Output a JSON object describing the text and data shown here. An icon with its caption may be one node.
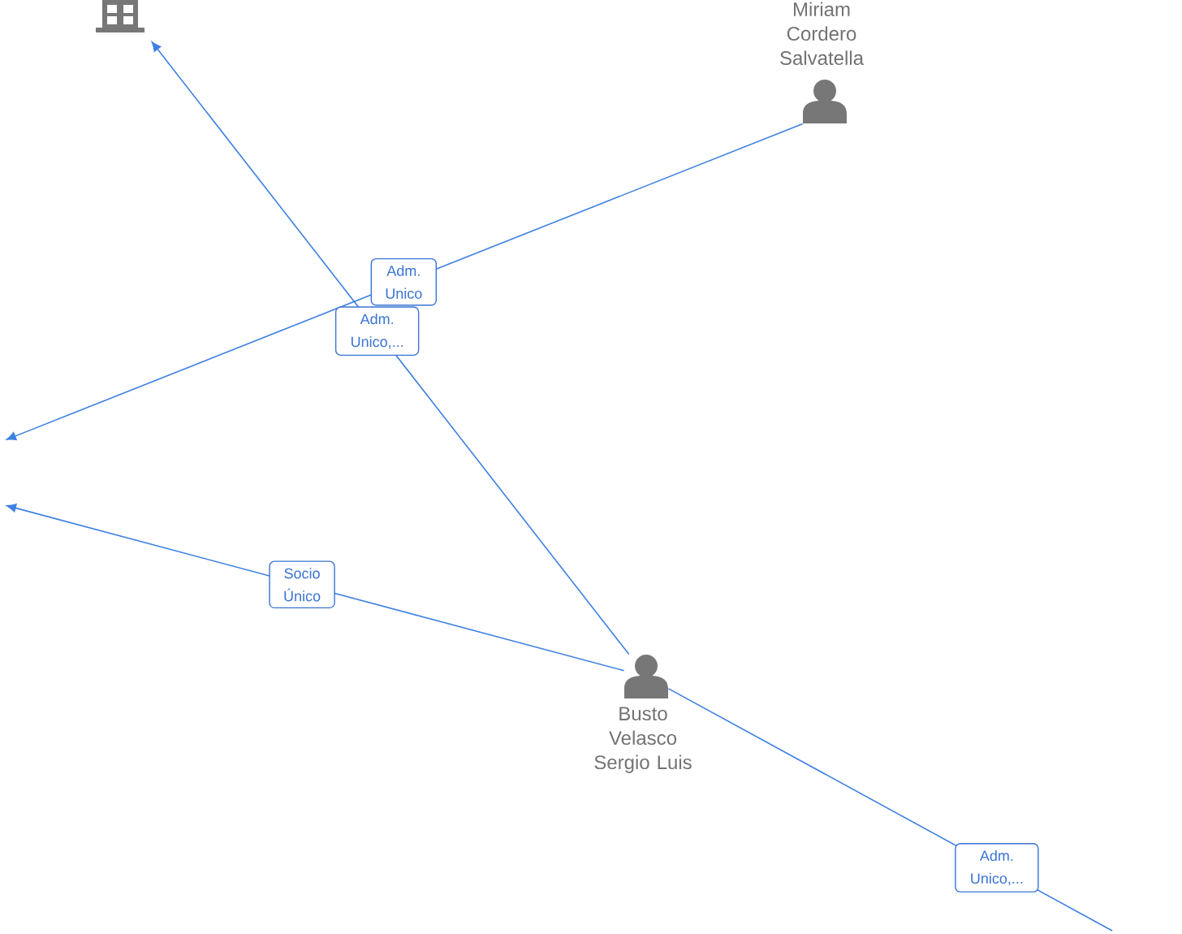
{
  "diagram": {
    "nodes": [
      {
        "text": [],
        "shape": "building"
      },
      {
        "text": [
          "Miriam Cordero Salvatella"
        ]
      },
      {
        "text": [
          "Busto Velasco Sergio Luis"
        ]
      }
    ],
    "edges": [
      {
        "from": 1,
        "to": null,
        "arrow": "to",
        "label": "Adm. Unico"
      },
      {
        "from": 2,
        "to": 0,
        "arrow": "to",
        "label": "Adm. Unico,..."
      },
      {
        "from": 2,
        "to": null,
        "arrow": "to",
        "label": "Socio Único"
      },
      {
        "from": 2,
        "to": null,
        "arrow": "none",
        "label": "Adm. Unico,..."
      }
    ]
  }
}
